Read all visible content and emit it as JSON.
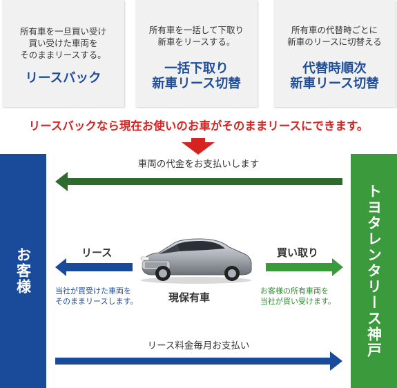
{
  "cards": [
    {
      "description": "所有車を一旦買い受け\n買い受けた車両を\nそのままリースする。",
      "title": "リースバック"
    },
    {
      "description": "所有車を一括して下取り\n新車をリースする。",
      "title": "一括下取り\n新車リース切替"
    },
    {
      "description": "所有車の代替時ごとに\n新車のリースに切替える",
      "title": "代替時順次\n新車リース切替"
    }
  ],
  "headline": "リースバックなら現在お使いのお車がそのままリースにできます。",
  "diagram": {
    "customer": "お客様",
    "company": "トヨタレンタリース神戸",
    "pay_label": "車両の代金をお支払いします",
    "lease_label": "リース",
    "lease_note": "当社が買受けた車両を\nそのままリースします。",
    "buy_label": "買い取り",
    "buy_note": "お客様の所有車両を\n当社が買い受けます。",
    "car_label": "現保有車",
    "monthly_label": "リース料金毎月お支払い"
  },
  "colors": {
    "blue": "#1a4b9b",
    "green": "#3a9a3c",
    "dark_green": "#2f6b2f",
    "red": "#d7231f",
    "card_bg": "#f1f1f1"
  }
}
